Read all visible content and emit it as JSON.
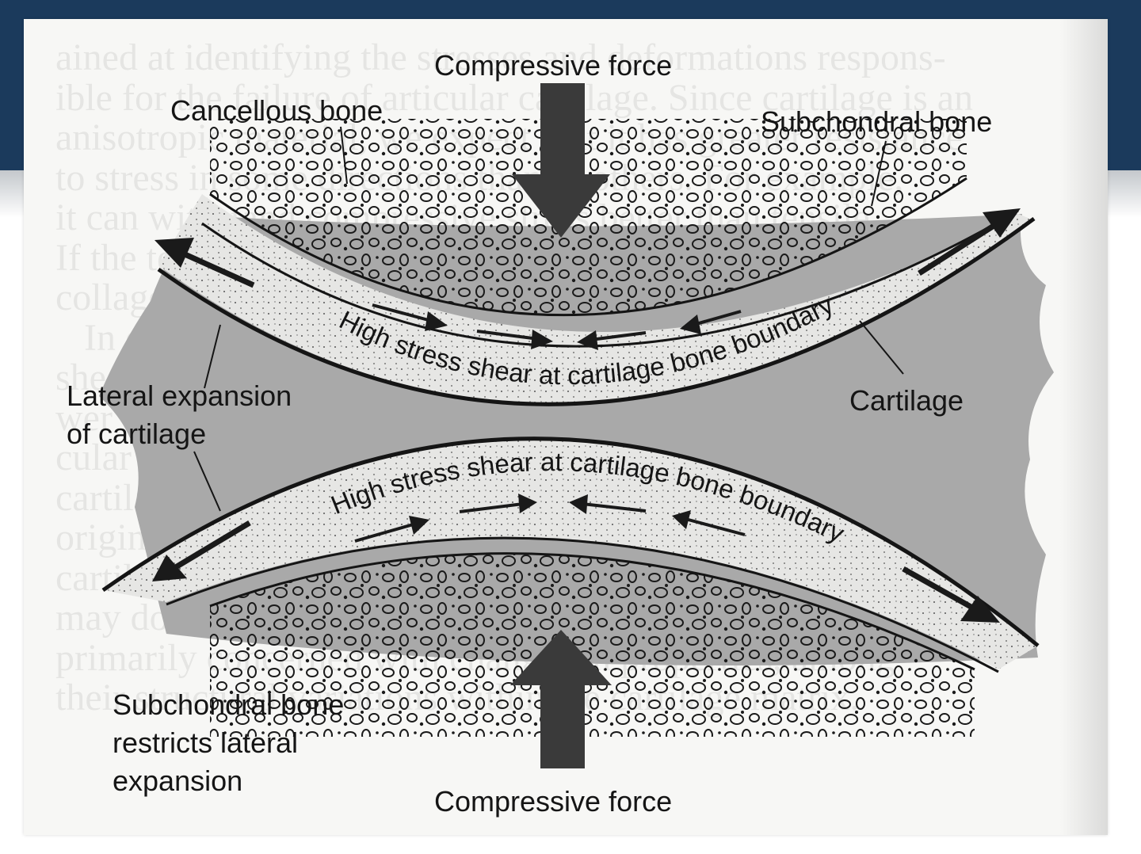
{
  "labels": {
    "compressive_top": "Compressive force",
    "compressive_bottom": "Compressive force",
    "cancellous_bone": "Cancellous bone",
    "subchondral_bone": "Subchondral bone",
    "shear_top": "High stress shear at cartilage bone boundary",
    "shear_bottom": "High stress shear at cartilage bone boundary",
    "lateral_expansion_1": "Lateral expansion",
    "lateral_expansion_2": "of cartilage",
    "cartilage": "Cartilage",
    "restricts_1": "Subchondral bone",
    "restricts_2": "restricts lateral",
    "restricts_3": "expansion"
  },
  "colors": {
    "header_band": "#1b3a5c",
    "cartilage_fill": "#e6e6e4",
    "joint_shadow": "#a9a9a9",
    "ink": "#151515"
  }
}
